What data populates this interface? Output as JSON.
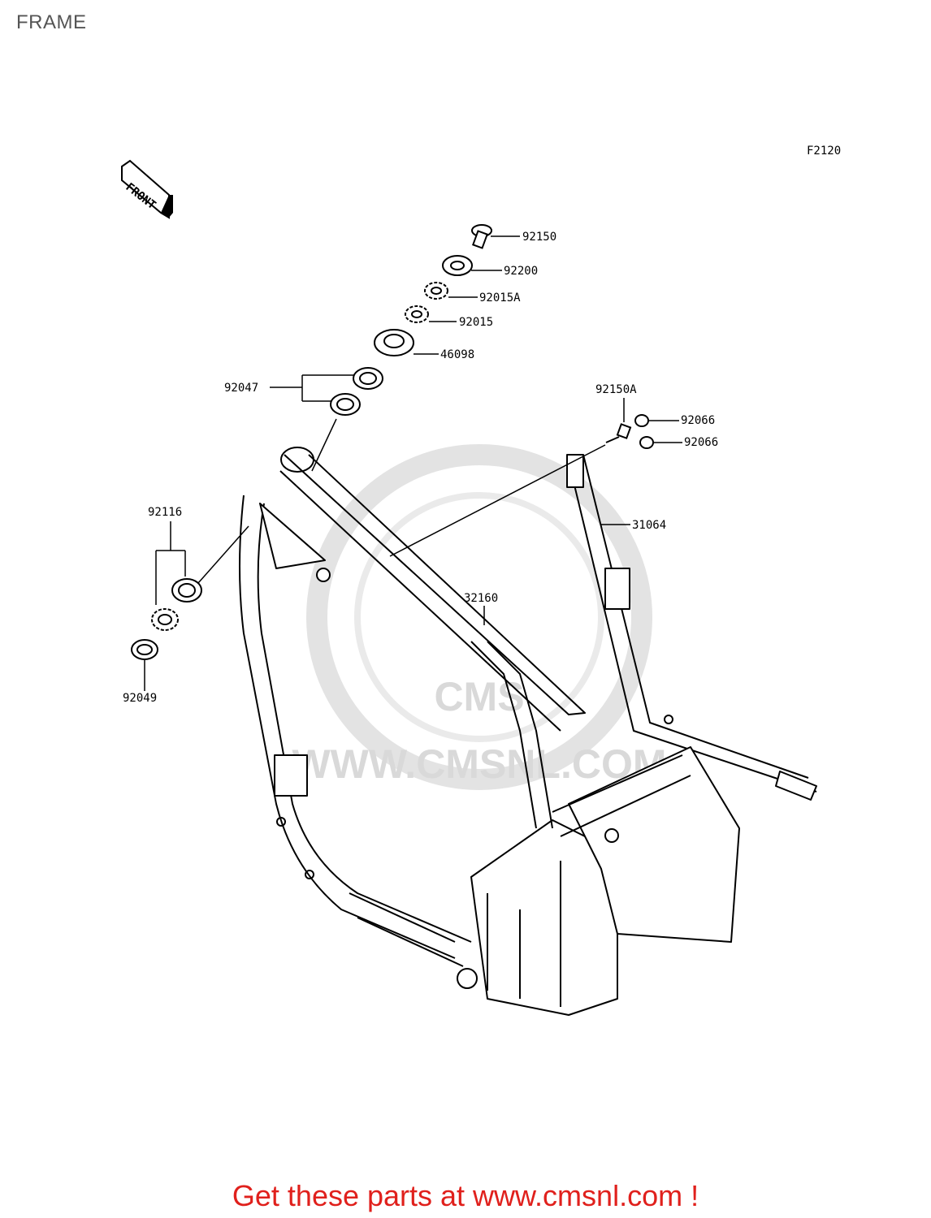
{
  "header": {
    "title": "FRAME"
  },
  "diagram": {
    "code": "F2120",
    "front_label": "FRONT",
    "parts": [
      {
        "number": "92150"
      },
      {
        "number": "92200"
      },
      {
        "number": "92015A"
      },
      {
        "number": "92015"
      },
      {
        "number": "46098"
      },
      {
        "number": "92047"
      },
      {
        "number": "92150A"
      },
      {
        "number": "92066"
      },
      {
        "number": "92066"
      },
      {
        "number": "31064"
      },
      {
        "number": "92116"
      },
      {
        "number": "32160"
      },
      {
        "number": "92049"
      }
    ],
    "watermark": {
      "text": "WWW.CMSNL.COM",
      "logo_text": "CMS"
    }
  },
  "footer": {
    "text": "Get these parts at www.cmsnl.com !"
  },
  "colors": {
    "footer_text": "#e0201c",
    "title_text": "#555555",
    "watermark": "#d9d9d9"
  }
}
